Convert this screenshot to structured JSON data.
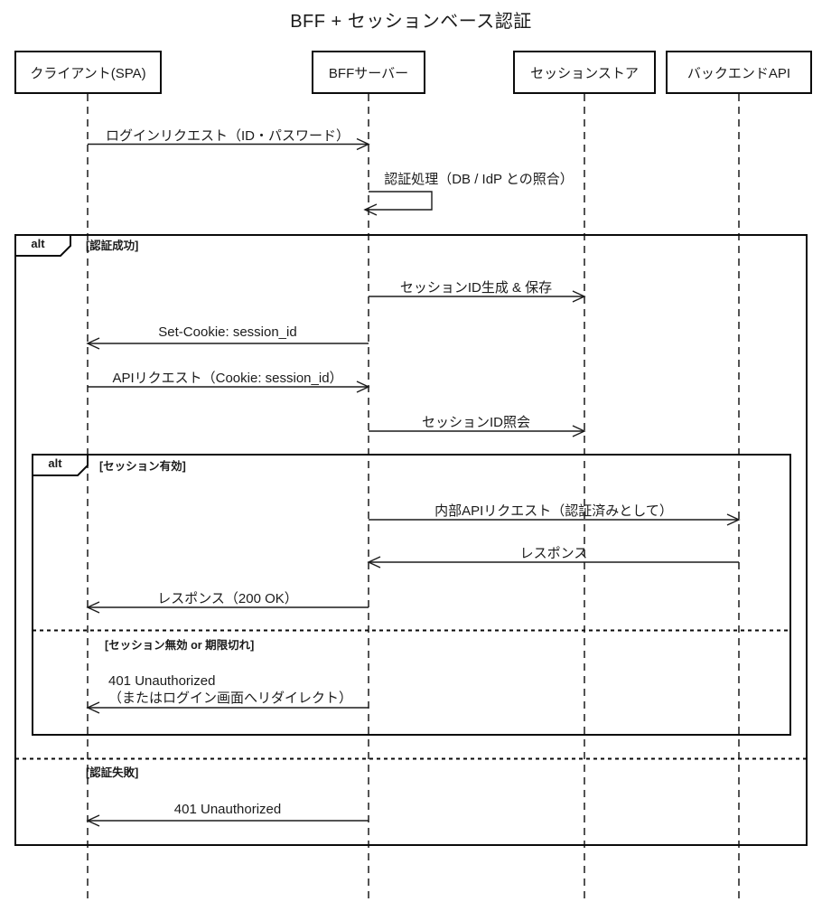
{
  "diagram": {
    "title": "BFF + セッションベース認証",
    "participants": [
      {
        "id": "client",
        "label": "クライアント(SPA)"
      },
      {
        "id": "bff",
        "label": "BFFサーバー"
      },
      {
        "id": "session_store",
        "label": "セッションストア"
      },
      {
        "id": "backend_api",
        "label": "バックエンドAPI"
      }
    ],
    "messages": [
      {
        "from": "client",
        "to": "bff",
        "label": "ログインリクエスト（ID・パスワード）"
      },
      {
        "from": "bff",
        "to": "bff",
        "label": "認証処理（DB / IdP との照合）"
      },
      {
        "from": "bff",
        "to": "session_store",
        "label": "セッションID生成 & 保存"
      },
      {
        "from": "bff",
        "to": "client",
        "label": "Set-Cookie: session_id"
      },
      {
        "from": "client",
        "to": "bff",
        "label": "APIリクエスト（Cookie: session_id）"
      },
      {
        "from": "bff",
        "to": "session_store",
        "label": "セッションID照会"
      },
      {
        "from": "bff",
        "to": "backend_api",
        "label": "内部APIリクエスト（認証済みとして）"
      },
      {
        "from": "backend_api",
        "to": "bff",
        "label": "レスポンス"
      },
      {
        "from": "bff",
        "to": "client",
        "label": "レスポンス（200 OK）"
      },
      {
        "from": "bff",
        "to": "client",
        "label": "401 Unauthorized",
        "label2": "（またはログイン画面へリダイレクト）"
      },
      {
        "from": "bff",
        "to": "client",
        "label": "401 Unauthorized"
      }
    ],
    "frames": [
      {
        "type": "alt",
        "label": "alt",
        "guards": [
          "[認証成功]",
          "[認証失敗]"
        ]
      },
      {
        "type": "alt",
        "label": "alt",
        "guards": [
          "[セッション有効]",
          "[セッション無効 or 期限切れ]"
        ]
      }
    ],
    "colors": {
      "background": "#ffffff",
      "line": "#1b1b1b",
      "frame_border": "#0b0b0b",
      "text": "#1b1b1b"
    }
  }
}
